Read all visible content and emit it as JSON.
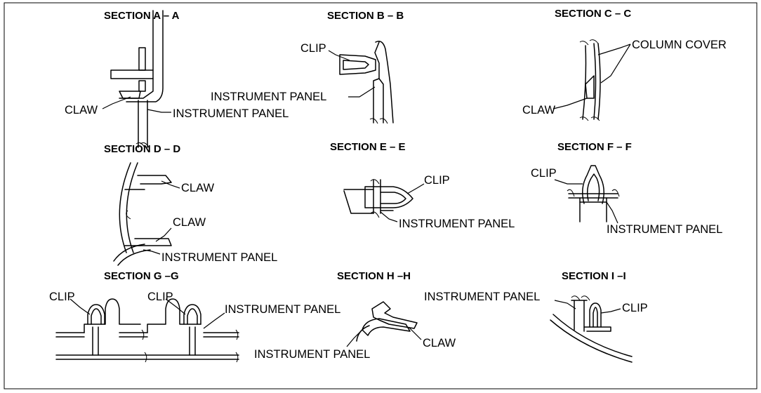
{
  "sections": {
    "a": {
      "title": "SECTION A – A",
      "labels": [
        "CLAW",
        "INSTRUMENT PANEL"
      ]
    },
    "b": {
      "title": "SECTION B – B",
      "labels": [
        "CLIP",
        "INSTRUMENT PANEL"
      ]
    },
    "c": {
      "title": "SECTION C – C",
      "labels": [
        "COLUMN COVER",
        "CLAW"
      ]
    },
    "d": {
      "title": "SECTION D – D",
      "labels": [
        "CLAW",
        "CLAW",
        "INSTRUMENT PANEL"
      ]
    },
    "e": {
      "title": "SECTION E – E",
      "labels": [
        "CLIP",
        "INSTRUMENT PANEL"
      ]
    },
    "f": {
      "title": "SECTION F – F",
      "labels": [
        "CLIP",
        "INSTRUMENT PANEL"
      ]
    },
    "g": {
      "title": "SECTION G –G",
      "labels": [
        "CLIP",
        "CLIP",
        "INSTRUMENT PANEL"
      ]
    },
    "h": {
      "title": "SECTION H –H",
      "labels": [
        "INSTRUMENT PANEL",
        "CLAW"
      ]
    },
    "i": {
      "title": "SECTION I –I",
      "labels": [
        "INSTRUMENT PANEL",
        "CLIP"
      ]
    }
  }
}
